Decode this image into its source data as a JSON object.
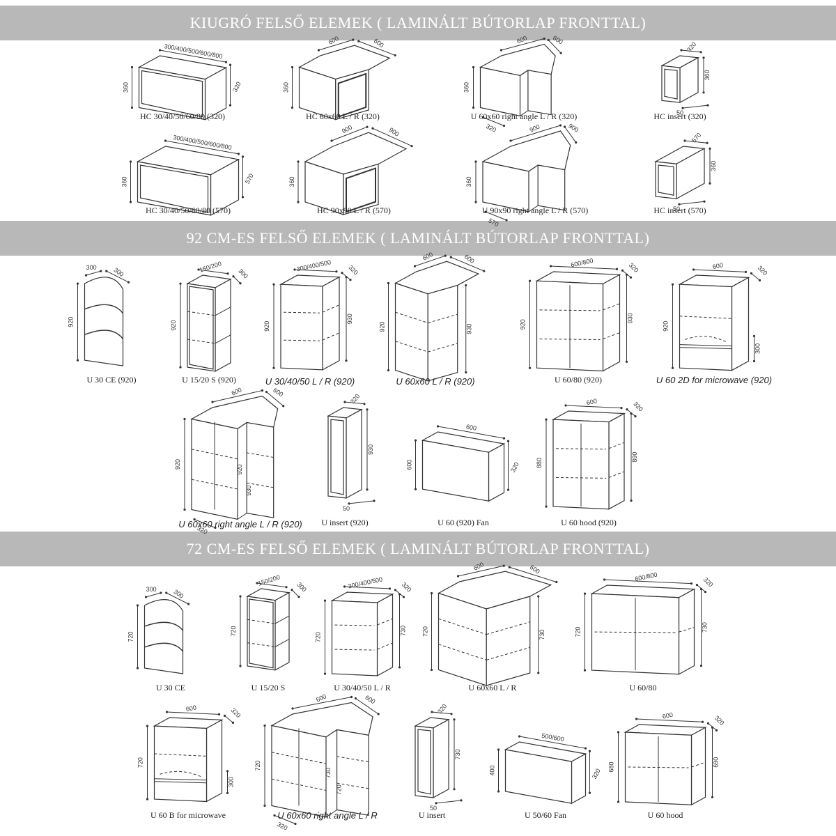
{
  "sections": [
    {
      "title": "KIUGRÓ  FELSŐ ELEMEK ( LAMINÁLT BÚTORLAP FRONTTAL)"
    },
    {
      "title": "92 CM-ES FELSŐ ELEMEK ( LAMINÁLT BÚTORLAP FRONTTAL)"
    },
    {
      "title": "72 CM-ES FELSŐ ELEMEK ( LAMINÁLT BÚTORLAP FRONTTAL)"
    }
  ],
  "items": [
    {
      "label": "HC 30/40/50/60/80 (320)",
      "style": "serif",
      "dims": [
        "300/400/500/600/800",
        "320",
        "360"
      ]
    },
    {
      "label": "HC 60x60 L / R (320)",
      "style": "serif",
      "dims": [
        "600",
        "600",
        "360"
      ]
    },
    {
      "label": "U 60x60 right angle L / R (320)",
      "style": "serif",
      "dims": [
        "600",
        "600",
        "360",
        "320"
      ]
    },
    {
      "label": "HC insert (320)",
      "style": "serif",
      "dims": [
        "320",
        "360",
        "50"
      ]
    },
    {
      "label": "HC 30/40/50/60/80 (570)",
      "style": "serif",
      "dims": [
        "300/400/500/600/800",
        "570",
        "360"
      ]
    },
    {
      "label": "HC 90x90 L / R (570)",
      "style": "serif",
      "dims": [
        "900",
        "900",
        "360"
      ]
    },
    {
      "label": "U 90x90 right angle L / R (570)",
      "style": "serif",
      "dims": [
        "900",
        "900",
        "360",
        "570"
      ]
    },
    {
      "label": "HC insert (570)",
      "style": "serif",
      "dims": [
        "570",
        "360",
        "50"
      ]
    },
    {
      "label": "U 30 CE (920)",
      "style": "serif",
      "dims": [
        "300",
        "300",
        "920"
      ]
    },
    {
      "label": "U 15/20 S (920)",
      "style": "serif",
      "dims": [
        "150/200",
        "300",
        "920"
      ]
    },
    {
      "label": "U 30/40/50 L / R (920)",
      "style": "italic",
      "dims": [
        "300/400/500",
        "320",
        "920",
        "930"
      ]
    },
    {
      "label": "U 60x60 L / R (920)",
      "style": "italic",
      "dims": [
        "600",
        "600",
        "920",
        "930"
      ]
    },
    {
      "label": "U 60/80 (920)",
      "style": "serif",
      "dims": [
        "600/800",
        "320",
        "920",
        "930"
      ]
    },
    {
      "label": "U 60 2D for microwave (920)",
      "style": "italic",
      "dims": [
        "600",
        "320",
        "920",
        "300"
      ]
    },
    {
      "label": "U  60x60 right angle L / R (920)",
      "style": "italic",
      "dims": [
        "600",
        "600",
        "920",
        "920",
        "930",
        "320"
      ]
    },
    {
      "label": "U insert (920)",
      "style": "serif",
      "dims": [
        "320",
        "930",
        "50"
      ]
    },
    {
      "label": "U 60 (920) Fan",
      "style": "serif",
      "dims": [
        "600",
        "320",
        "600"
      ]
    },
    {
      "label": "U 60 hood (920)",
      "style": "serif",
      "dims": [
        "600",
        "320",
        "880",
        "890"
      ]
    },
    {
      "label": "U 30 CE",
      "style": "serif",
      "dims": [
        "300",
        "300",
        "720"
      ]
    },
    {
      "label": "U 15/20 S",
      "style": "serif",
      "dims": [
        "150/200",
        "300",
        "720"
      ]
    },
    {
      "label": "U 30/40/50 L / R",
      "style": "serif",
      "dims": [
        "300/400/500",
        "320",
        "720",
        "730"
      ]
    },
    {
      "label": "U 60x60 L / R",
      "style": "serif",
      "dims": [
        "600",
        "600",
        "720",
        "730"
      ]
    },
    {
      "label": "U 60/80",
      "style": "serif",
      "dims": [
        "600/800",
        "320",
        "720",
        "730"
      ]
    },
    {
      "label": "U 60 B for microwave",
      "style": "serif",
      "dims": [
        "600",
        "320",
        "720",
        "300"
      ]
    },
    {
      "label": "U 60x60 right angle L / R",
      "style": "italic",
      "dims": [
        "600",
        "600",
        "720",
        "730",
        "720",
        "320"
      ]
    },
    {
      "label": "U insert",
      "style": "serif",
      "dims": [
        "320",
        "730",
        "50"
      ]
    },
    {
      "label": "U 50/60 Fan",
      "style": "serif",
      "dims": [
        "500/600",
        "320",
        "400"
      ]
    },
    {
      "label": "U 60 hood",
      "style": "serif",
      "dims": [
        "600",
        "320",
        "680",
        "690"
      ]
    }
  ]
}
